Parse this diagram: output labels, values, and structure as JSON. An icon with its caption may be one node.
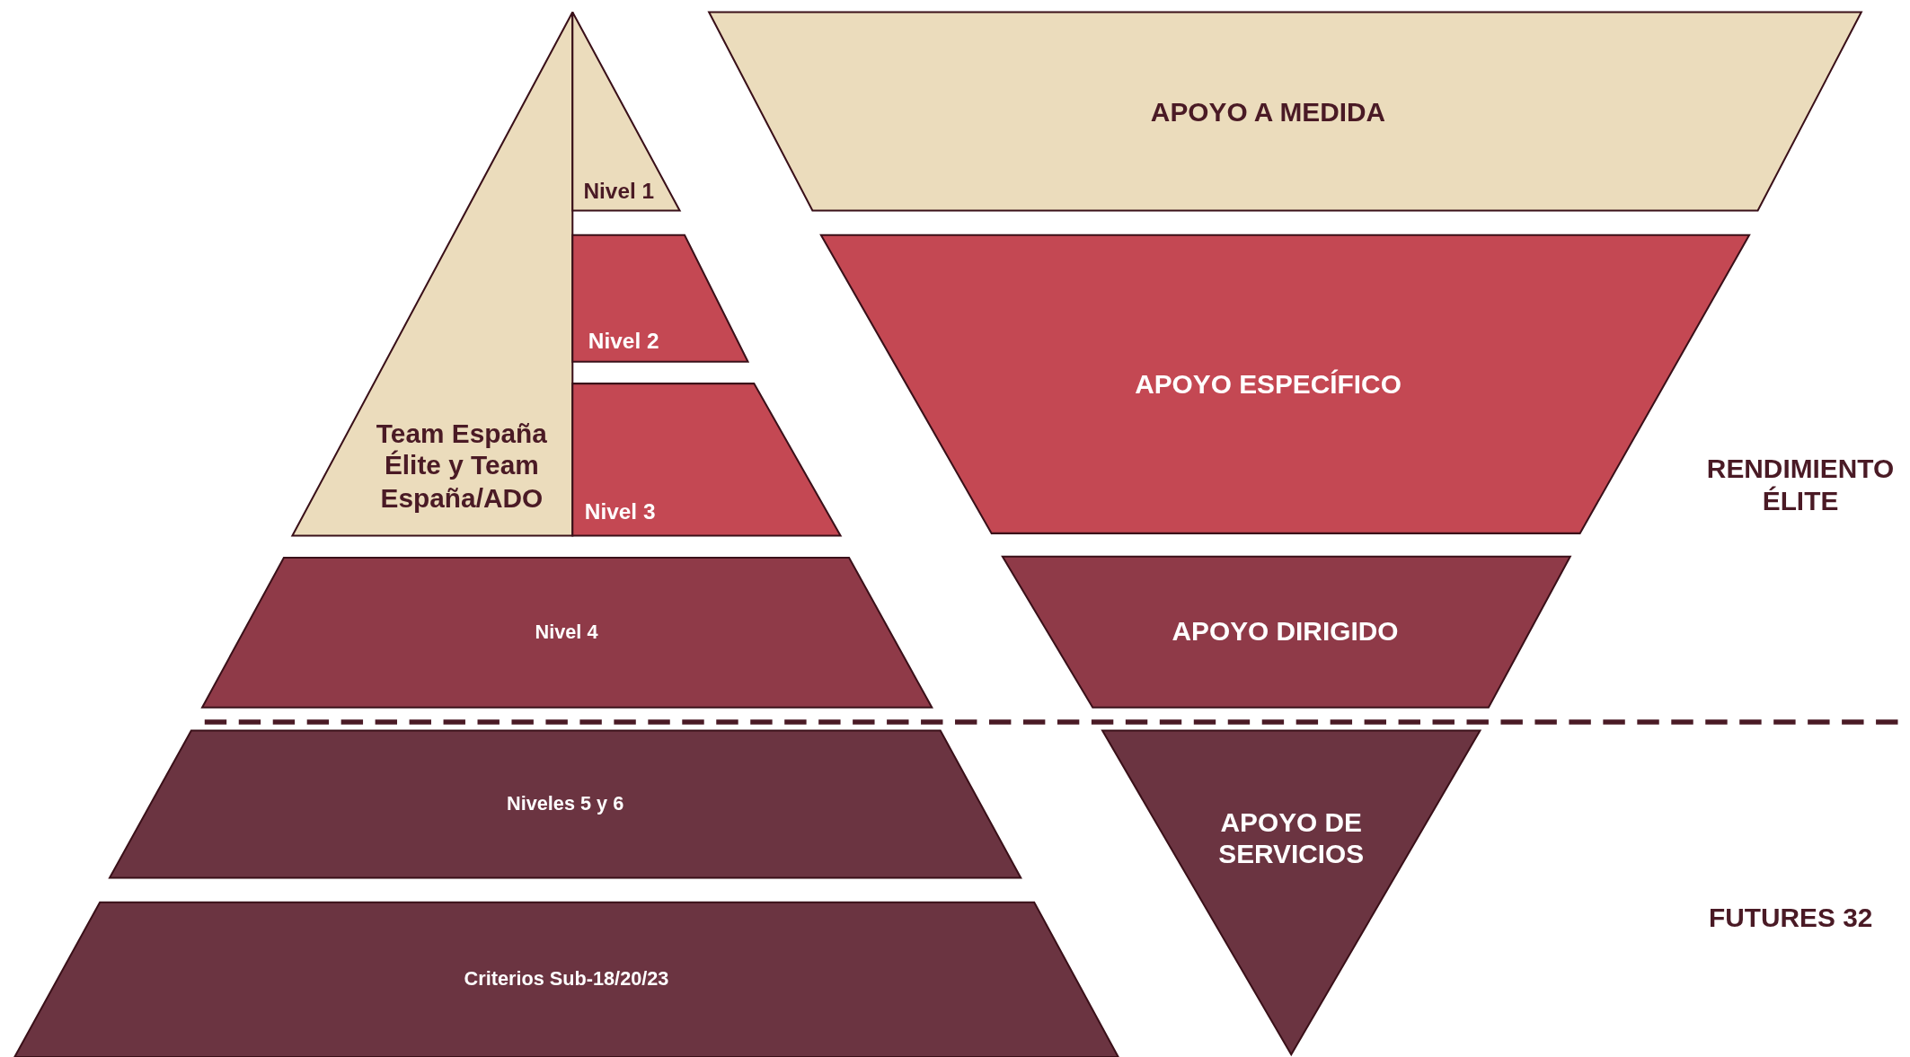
{
  "diagram": {
    "nodes": [
      {
        "text": [
          "Team España Élite y Team España/ADO"
        ]
      },
      {
        "text": [
          "Nivel 1"
        ]
      },
      {
        "text": [
          "Nivel 2"
        ]
      },
      {
        "text": [
          "Nivel 3"
        ]
      },
      {
        "text": [
          "Nivel 4"
        ]
      },
      {
        "text": [
          "Niveles 5 y 6"
        ]
      },
      {
        "text": [
          "Criterios Sub-18/20/23"
        ]
      },
      {
        "text": [
          "APOYO A MEDIDA"
        ]
      },
      {
        "text": [
          "APOYO ESPECÍFICO"
        ]
      },
      {
        "text": [
          "APOYO DIRIGIDO"
        ]
      },
      {
        "text": [
          "APOYO DE SERVICIOS"
        ]
      }
    ],
    "edges": [],
    "labels": [
      "RENDIMIENTO ÉLITE",
      "FUTURES 32"
    ]
  }
}
